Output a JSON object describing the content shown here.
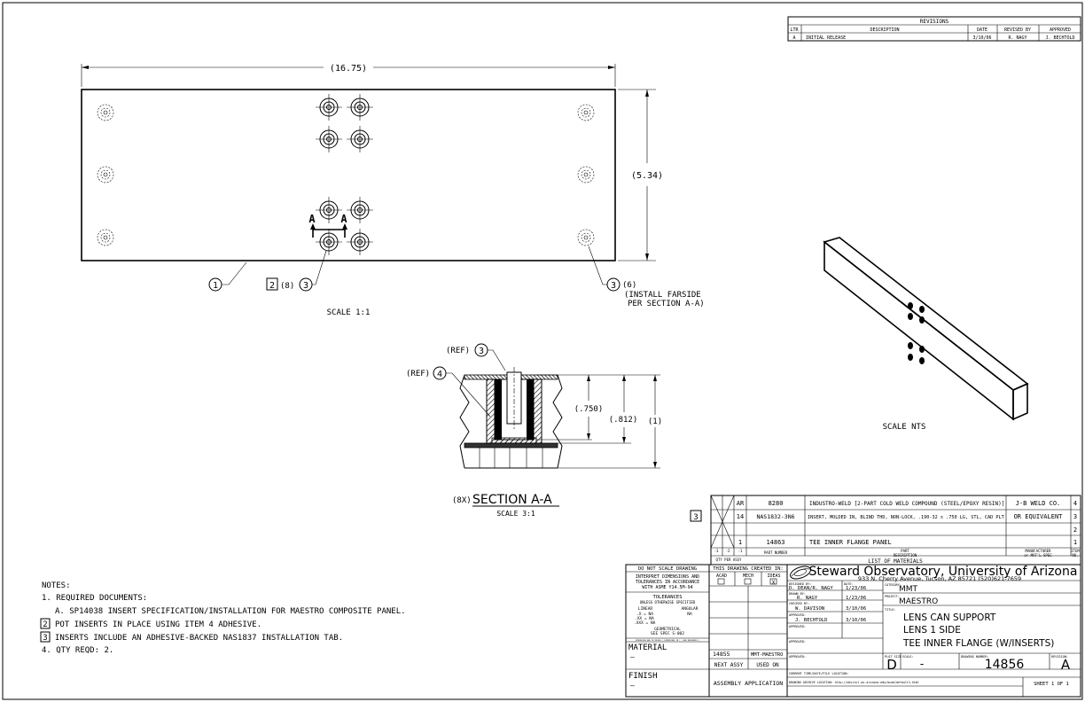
{
  "revisions": {
    "title": "REVISIONS",
    "headers": [
      "LTR",
      "DESCRIPTION",
      "DATE",
      "REVISED BY",
      "APPROVED"
    ],
    "rows": [
      [
        "A",
        "INITIAL RELEASE",
        "3/10/06",
        "R. NAGY",
        "J. BECHTOLD"
      ]
    ]
  },
  "plan_view": {
    "width_dim": "(16.75)",
    "height_dim": "(5.34)",
    "balloon_1": "1",
    "balloon_2": "2",
    "qty_8": "(8)",
    "balloon_3a": "3",
    "balloon_3b": "3",
    "qty_6": "(6)",
    "install_note_1": "(INSTALL FARSIDE",
    "install_note_2": "PER SECTION A-A)",
    "section_mark": "A",
    "scale": "SCALE 1:1"
  },
  "section_view": {
    "ref_label_1": "(REF)",
    "ref_balloon_1": "3",
    "ref_label_2": "(REF)",
    "ref_balloon_2": "4",
    "dim_750": "(.750)",
    "dim_812": "(.812)",
    "dim_1": "(1)",
    "qty": "(8X)",
    "title": "SECTION A-A",
    "scale": "SCALE 3:1"
  },
  "iso_view": {
    "scale": "SCALE NTS"
  },
  "notes": {
    "heading": "NOTES:",
    "items": [
      "1. REQUIRED DOCUMENTS:",
      "A. SP14038 INSERT SPECIFICATION/INSTALLATION FOR MAESTRO COMPOSITE PANEL.",
      "POT INSERTS IN PLACE USING ITEM 4 ADHESIVE.",
      "INSERTS INCLUDE AN ADHESIVE-BACKED NAS1837 INSTALLATION TAB.",
      "4. QTY REQD: 2."
    ],
    "flag_2": "2",
    "flag_3": "3"
  },
  "bom": {
    "rows": [
      {
        "qty": "AR",
        "part": "8280",
        "desc": "INDUSTRO-WELD [2-PART COLD WELD COMPOUND (STEEL/EPOXY RESIN)]",
        "mfr": "J-B WELD CO.",
        "item": "4"
      },
      {
        "qty": "14",
        "part": "NAS1832-3N6",
        "desc": "INSERT, MOLDED IN, BLIND THD, NON-LOCK, .190-32 x .750 LG, STL, CAD PLT",
        "mfr": "OR EQUIVALENT",
        "item": "3"
      },
      {
        "qty": "",
        "part": "",
        "desc": "",
        "mfr": "",
        "item": "2"
      },
      {
        "qty": "1",
        "part": "14863",
        "desc": "TEE INNER FLANGE PANEL",
        "mfr": "",
        "item": "1"
      }
    ],
    "flag": "3",
    "hdr_dash3": "-3",
    "hdr_dash2": "-2",
    "hdr_dash1": "-1",
    "hdr_qty": "QTY PER ASSY",
    "hdr_part": "PART NUMBER",
    "hdr_desc_1": "PART",
    "hdr_desc_2": "DESCRIPTION",
    "hdr_mfr_1": "MANUFACTURER",
    "hdr_mfr_2": "or MAT'L SPEC",
    "hdr_item_1": "ITEM",
    "hdr_item_2": "NO.",
    "title": "LIST OF MATERIALS"
  },
  "title_block": {
    "no_scale": "DO NOT SCALE DRAWING",
    "interpret_1": "INTERPRET DIMENSIONS AND",
    "interpret_2": "TOLERANCES IN ACCORDANCE",
    "interpret_3": "WITH ASME Y14.5M-94",
    "tol_title": "TOLERANCES",
    "tol_sub": "UNLESS OTHERWISE SPECIFIED",
    "linear": "LINEAR",
    "angular": "ANGULAR",
    "tol_x": ".X  = NA",
    "tol_xx": ".XX  = NA",
    "tol_xxx": ".XXX = NA",
    "tol_ang": "NA",
    "geo_1": "GEOMETRICAL",
    "geo_2": "SEE SPEC S-002",
    "fine_print": "DIMENSIONS ARE IN INCHES [ DIMENSIONS IN ( ) ARE REFERENCE ]",
    "material_label": "MATERIAL",
    "material_value": "–",
    "finish_label": "FINISH",
    "finish_value": "–",
    "created_in": "THIS DRAWING CREATED IN:",
    "cad_acad": "ACAD",
    "cad_mech": "MECH",
    "cad_ideas": "IDEAS",
    "cad_checked": "X",
    "next_assy_num": "14855",
    "used_on_val": "MMT-MAESTRO",
    "next_assy": "NEXT ASSY",
    "used_on": "USED ON",
    "assembly_app": "ASSEMBLY APPLICATION",
    "org_name": "Steward Observatory, University of Arizona",
    "org_address": "933 N. Cherry Avenue, Tucson, AZ  85721   (520)621-7659",
    "designed_label": "DESIGNED BY:",
    "designed_by": "D. DEAN/R. NAGY",
    "date_label": "DATE:",
    "designed_date": "1/23/06",
    "drawn_label": "DRAWN BY:",
    "drawn_by": "R. NAGY",
    "drawn_date": "1/23/06",
    "checked_label": "CHECKED BY:",
    "checked_by": "W. DAVISON",
    "checked_date": "3/10/06",
    "approved_label": "APPROVED:",
    "approved_by": "J. BECHTOLD",
    "approved_date": "3/10/06",
    "category_label": "CATEGORY:",
    "category": "MMT",
    "project_label": "PROJECT:",
    "project": "MAESTRO",
    "title_label": "TITLE:",
    "title_1": "LENS CAN SUPPORT",
    "title_2": "LENS 1 SIDE",
    "title_3": "TEE INNER FLANGE (W/INSERTS)",
    "plot_size_label": "PLOT SIZE",
    "plot_size": "D",
    "scale_label": "SCALE:",
    "scale": "-",
    "dwg_label": "DRAWING NUMBER:",
    "dwg_number": "14856",
    "rev_label": "REVISION:",
    "rev": "A",
    "current_label": "CURRENT TIME/DATE/FILE LOCATION:",
    "archive": "DRAWING ARCHIVE LOCATION: http://dev/ncl.as.arizona.edu/acad/default1.html",
    "sheet": "SHEET 1 OF 1"
  }
}
